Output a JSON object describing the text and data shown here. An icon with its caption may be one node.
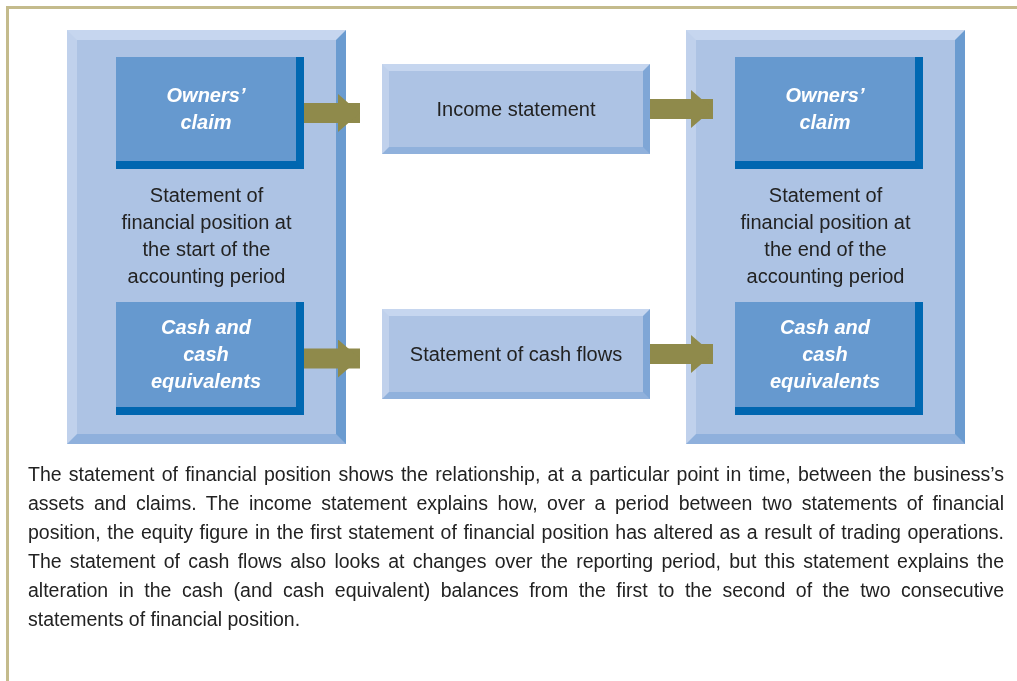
{
  "diagram": {
    "caption": "The statement of financial position shows the relationship, at a particular point in time, between the business’s assets and claims. The income statement explains how, over a period between two statements of financial position, the equity figure in the first statement of financial position has altered as a result of trading operations. The statement of cash flows also looks at changes over the reporting period, but this statement explains the alteration in the cash (and cash equivalent) balances from the first to the second of the two consecutive statements of financial position.",
    "nodes": [
      {
        "text": [
          "Statement of financial position at the start of the accounting period"
        ]
      },
      {
        "text": [
          "Owners’ claim"
        ],
        "in": 0
      },
      {
        "text": [
          "Cash and cash equivalents"
        ],
        "in": 0
      },
      {
        "text": [
          "Income statement"
        ]
      },
      {
        "text": [
          "Statement of cash flows"
        ]
      },
      {
        "text": [
          "Statement of financial position at the end of the accounting period"
        ]
      },
      {
        "text": [
          "Owners’ claim"
        ],
        "in": 5
      },
      {
        "text": [
          "Cash and cash equivalents"
        ],
        "in": 5
      }
    ],
    "edges": [
      {
        "from": 1,
        "to": 3,
        "arrow": "to"
      },
      {
        "from": 3,
        "to": 6,
        "arrow": "to"
      },
      {
        "from": 2,
        "to": 4,
        "arrow": "to"
      },
      {
        "from": 4,
        "to": 7,
        "arrow": "to"
      }
    ]
  }
}
